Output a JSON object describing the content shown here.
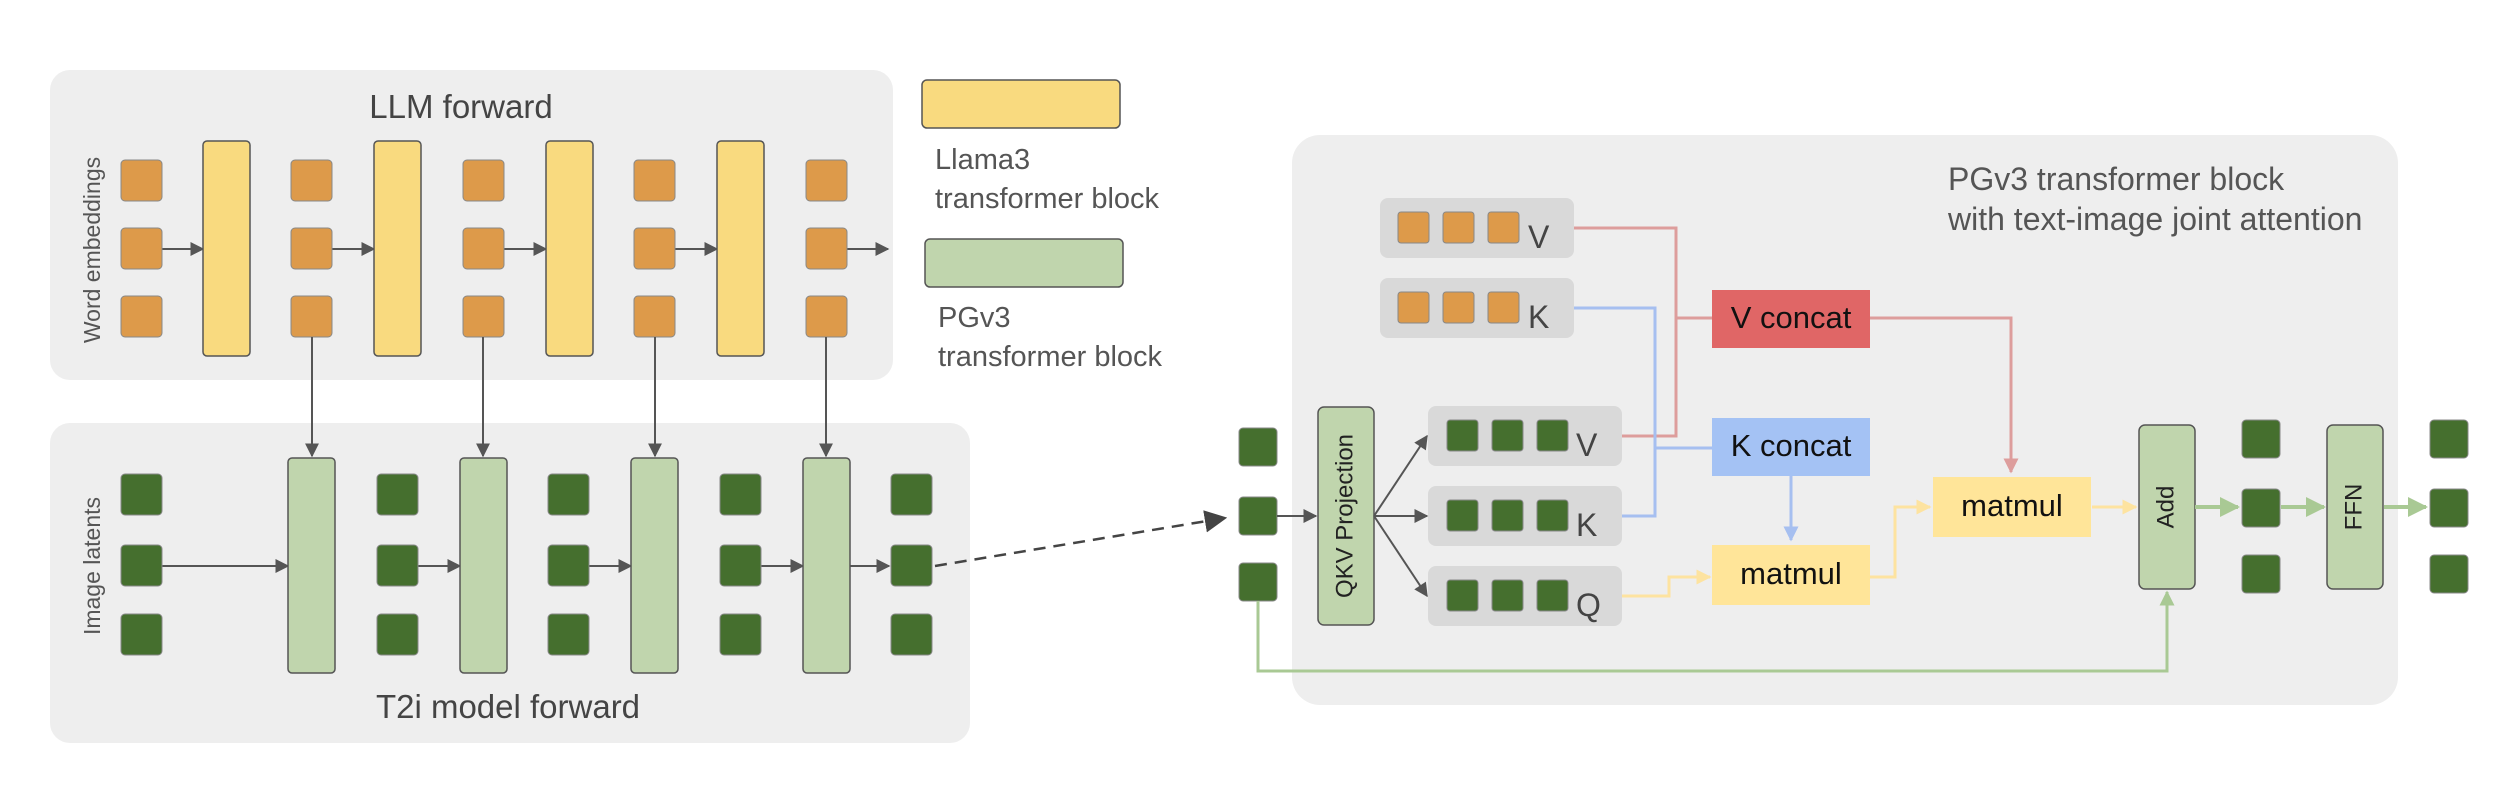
{
  "llm_panel": {
    "title": "LLM forward",
    "side_label": "Word embeddings"
  },
  "t2i_panel": {
    "title": "T2i model forward",
    "side_label": "Image latents"
  },
  "legend": {
    "llama_label_line1": "Llama3",
    "llama_label_line2": "transformer block",
    "pgv3_label_line1": "PGv3",
    "pgv3_label_line2": "transformer block"
  },
  "pgv3_block": {
    "title_line1": "PGv3 transformer block",
    "title_line2": "with text-image joint attention",
    "qkv_projection": "QKV Projection",
    "text_v_label": "V",
    "text_k_label": "K",
    "img_v_label": "V",
    "img_k_label": "K",
    "img_q_label": "Q",
    "v_concat": "V concat",
    "k_concat": "K concat",
    "matmul_qk": "matmul",
    "matmul_v": "matmul",
    "add": "Add",
    "ffn": "FFN"
  },
  "colors": {
    "panel_bg": "#eeeeee",
    "token_orange": "#dd9a4a",
    "token_green": "#456f2e",
    "llama_block": "#f9da7f",
    "pgv3_block": "#c0d5ad",
    "concat_red": "#e06666",
    "concat_blue": "#a4c2f4",
    "matmul_yellow": "#ffe599",
    "arrow_gray": "#555555",
    "line_red": "#dd9d9c",
    "line_blue": "#a6bff0",
    "line_yellow": "#fde3a0",
    "line_green": "#a9c994"
  }
}
